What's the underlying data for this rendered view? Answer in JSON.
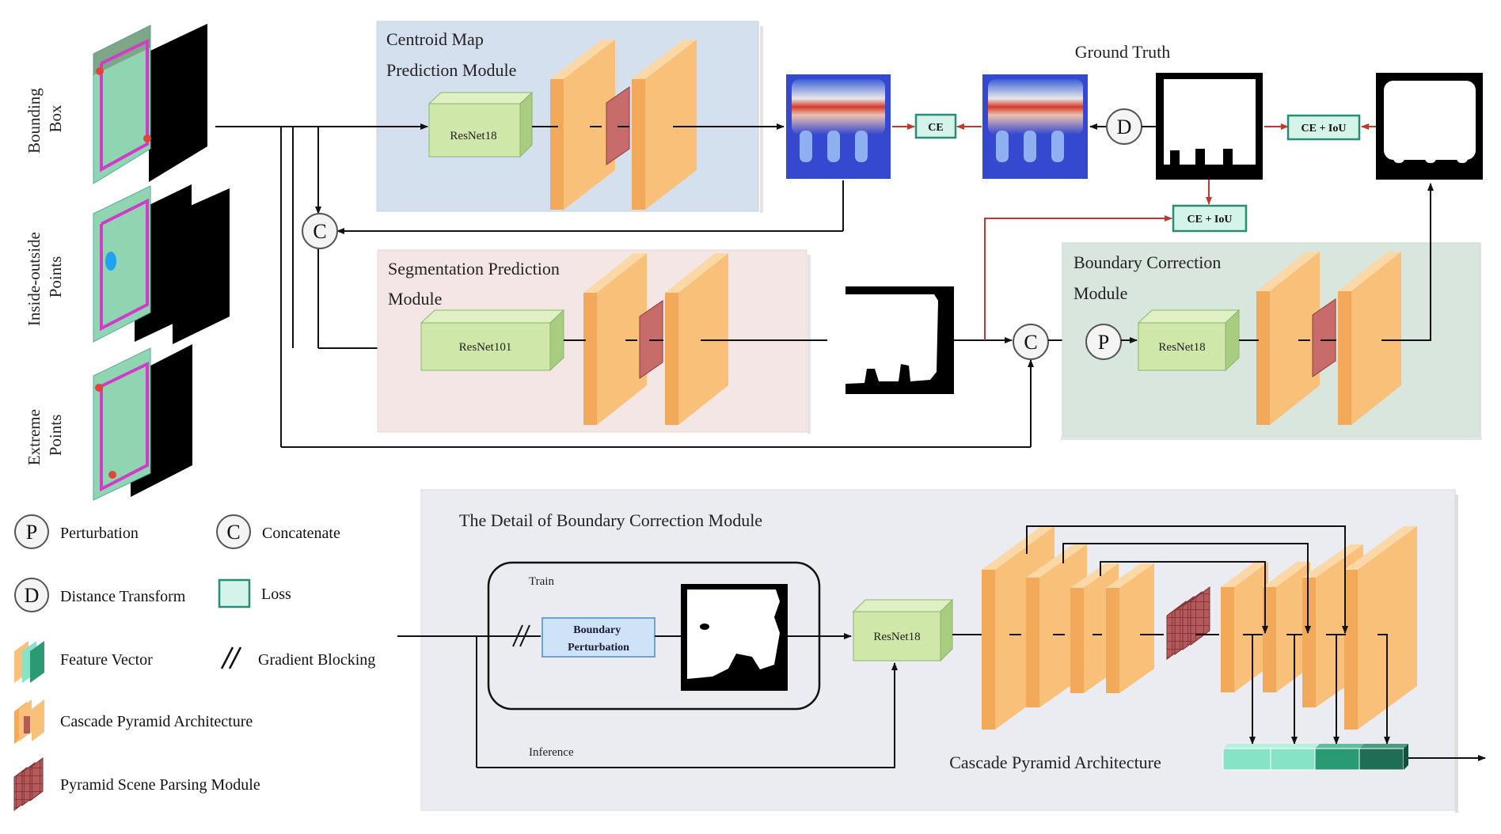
{
  "input_labels": {
    "bounding_box": [
      "Bounding",
      "Box"
    ],
    "inside_outside": [
      "Inside-outside",
      "Points"
    ],
    "extreme": [
      "Extreme",
      "Points"
    ]
  },
  "modules": {
    "centroid": [
      "Centroid Map",
      "Prediction Module"
    ],
    "segmentation": [
      "Segmentation Prediction",
      "Module"
    ],
    "boundary": [
      "Boundary Correction",
      "Module"
    ],
    "detail_title": "The Detail of Boundary Correction Module"
  },
  "backbones": {
    "centroid": "ResNet18",
    "segmentation": "ResNet101",
    "boundary": "ResNet18",
    "detail": "ResNet18"
  },
  "ground_truth": "Ground Truth",
  "losses": {
    "ce": "CE",
    "ce_iou_top": "CE + IoU",
    "ce_iou_mid": "CE + IoU"
  },
  "ops": {
    "concat": "C",
    "distance": "D",
    "perturb": "P"
  },
  "detail": {
    "train": "Train",
    "inference": "Inference",
    "boundary_perturbation": [
      "Boundary",
      "Perturbation"
    ],
    "cascade_label": "Cascade Pyramid Architecture"
  },
  "legend": {
    "perturbation": {
      "symbol": "P",
      "text": "Perturbation"
    },
    "concatenate": {
      "symbol": "C",
      "text": "Concatenate"
    },
    "distance_transform": {
      "symbol": "D",
      "text": "Distance Transform"
    },
    "loss": "Loss",
    "feature_vector": "Feature Vector",
    "gradient_blocking": "Gradient Blocking",
    "cascade_pyramid": "Cascade Pyramid Architecture",
    "pyramid_scene_parsing": "Pyramid Scene Parsing Module"
  },
  "colors": {
    "orange": "#f9c07a",
    "orange_dark": "#f3a95a",
    "green_box": "#cfe7a8",
    "loss_fill": "#d4f3e9",
    "loss_stroke": "#2a8c74",
    "red_arrow": "#c0392b",
    "centroid_bg": "#d5e0ee",
    "seg_bg": "#f5e6e6",
    "boundary_bg": "#d9e6dd",
    "detail_bg": "#ebebf2"
  }
}
